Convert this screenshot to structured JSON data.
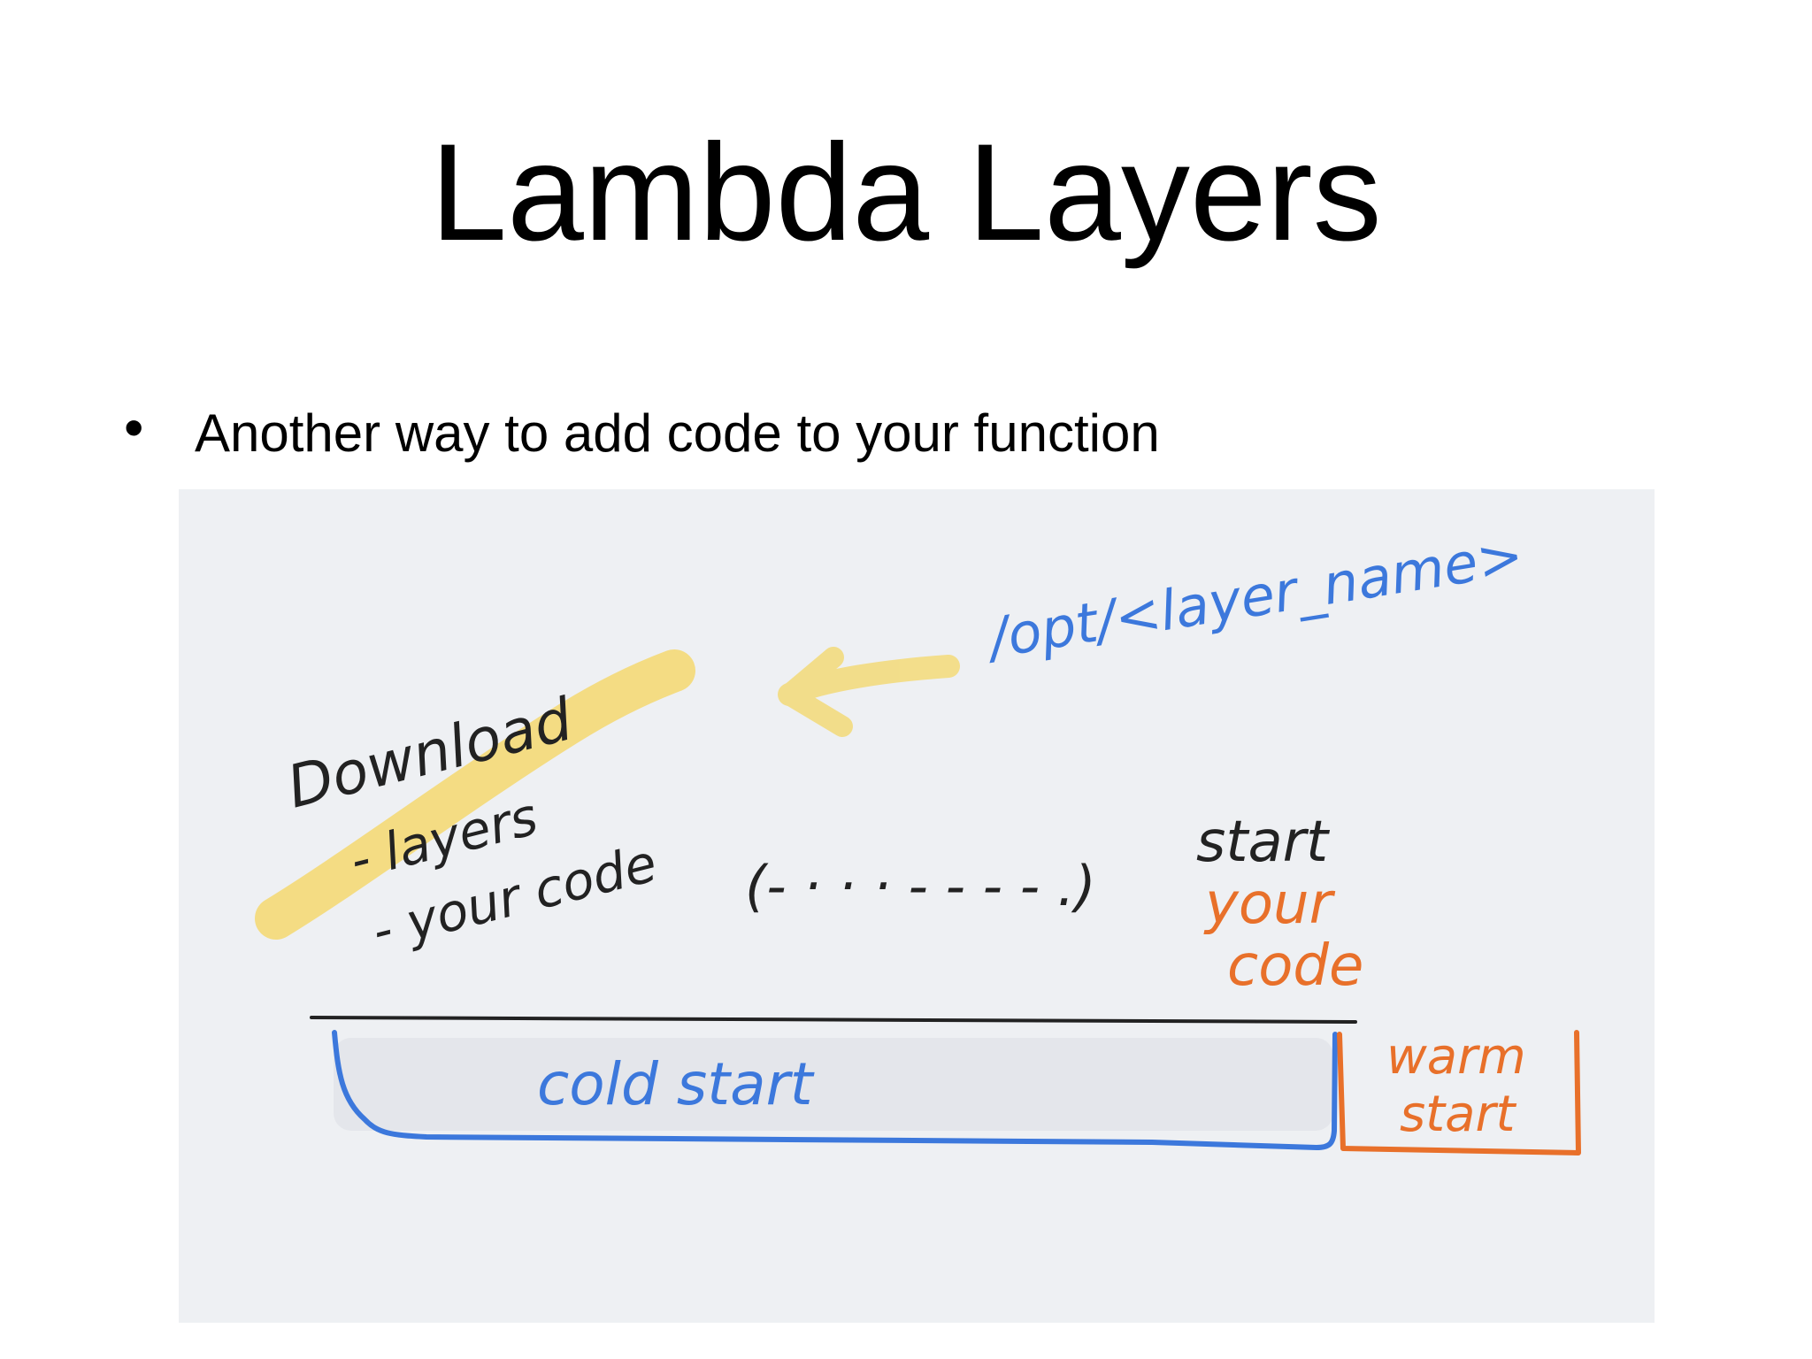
{
  "slide": {
    "title": "Lambda Layers",
    "bullets": [
      "Another way to add code to your function"
    ]
  },
  "sketch": {
    "path_label": "/opt/<layer_name>",
    "download_label": "Download",
    "layers_item": "- layers",
    "code_item": "- your code",
    "ellipsis": "(- · · · - - - - .)",
    "start_label": "start",
    "your_label": "your",
    "code_label": "code",
    "cold_label": "cold start",
    "warm_line1": "warm",
    "warm_line2": "start",
    "colors": {
      "blue": "#3c78dc",
      "orange": "#e8702a",
      "yellow_highlight": "#f5d65e",
      "ink": "#222222",
      "paper": "#eef0f3"
    }
  }
}
